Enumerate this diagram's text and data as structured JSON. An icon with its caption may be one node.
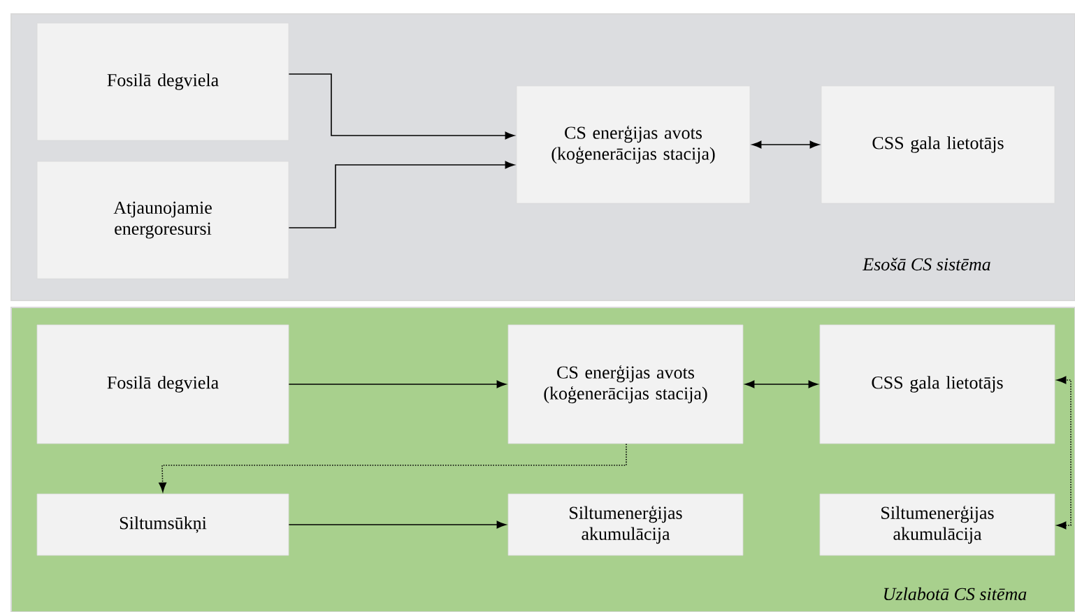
{
  "diagram": {
    "nodes": [
      {
        "text": [
          "Esošā CS sistēma"
        ]
      },
      {
        "text": [
          "Fosilā degviela"
        ],
        "in": 0
      },
      {
        "text": [
          "Atjaunojamie energoresursi"
        ],
        "in": 0
      },
      {
        "text": [
          "CS enerģijas avots (koģenerācijas stacija)"
        ],
        "in": 0
      },
      {
        "text": [
          "CSS gala lietotājs"
        ],
        "in": 0
      },
      {
        "text": [
          "Uzlabotā CS sitēma"
        ]
      },
      {
        "text": [
          "Fosilā degviela"
        ],
        "in": 5
      },
      {
        "text": [
          "CS enerģijas avots (koģenerācijas stacija)"
        ],
        "in": 5
      },
      {
        "text": [
          "CSS gala lietotājs"
        ],
        "in": 5
      },
      {
        "text": [
          "Siltumsūkņi"
        ],
        "in": 5
      },
      {
        "text": [
          "Siltumenerģijas akumulācija"
        ],
        "in": 5
      },
      {
        "text": [
          "Siltumenerģijas akumulācija"
        ],
        "in": 5
      }
    ],
    "edges": [
      {
        "from": 1,
        "to": 3,
        "arrow": "to"
      },
      {
        "from": 2,
        "to": 3,
        "arrow": "to"
      },
      {
        "from": 3,
        "to": 4,
        "arrow": "both"
      },
      {
        "from": 6,
        "to": 7,
        "arrow": "to"
      },
      {
        "from": 7,
        "to": 8,
        "arrow": "both"
      },
      {
        "from": 7,
        "to": 9,
        "arrow": "to",
        "style": "dashed"
      },
      {
        "from": 9,
        "to": 10,
        "arrow": "to"
      },
      {
        "from": 11,
        "to": 8,
        "arrow": "both",
        "style": "dashed"
      }
    ]
  }
}
